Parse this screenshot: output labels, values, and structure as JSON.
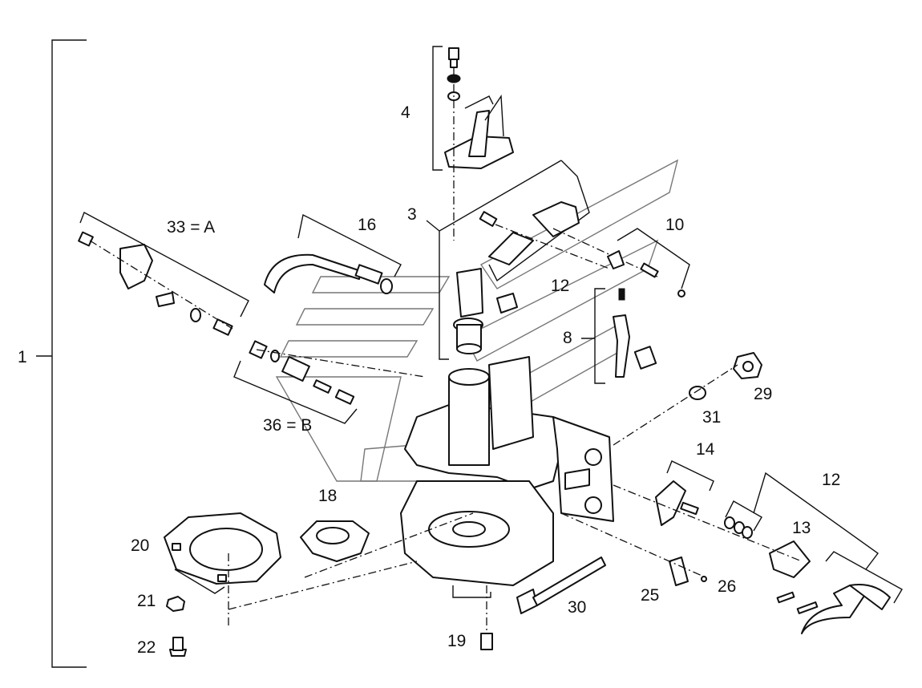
{
  "callouts": {
    "c1": "1",
    "c3": "3",
    "c4": "4",
    "c8": "8",
    "c10": "10",
    "c12a": "12",
    "c12b": "12",
    "c13": "13",
    "c14": "14",
    "c16": "16",
    "c18": "18",
    "c19": "19",
    "c20": "20",
    "c21": "21",
    "c22": "22",
    "c25": "25",
    "c26": "26",
    "c29": "29",
    "c30": "30",
    "c31": "31",
    "c33": "33 = A",
    "c36": "36 = B"
  }
}
